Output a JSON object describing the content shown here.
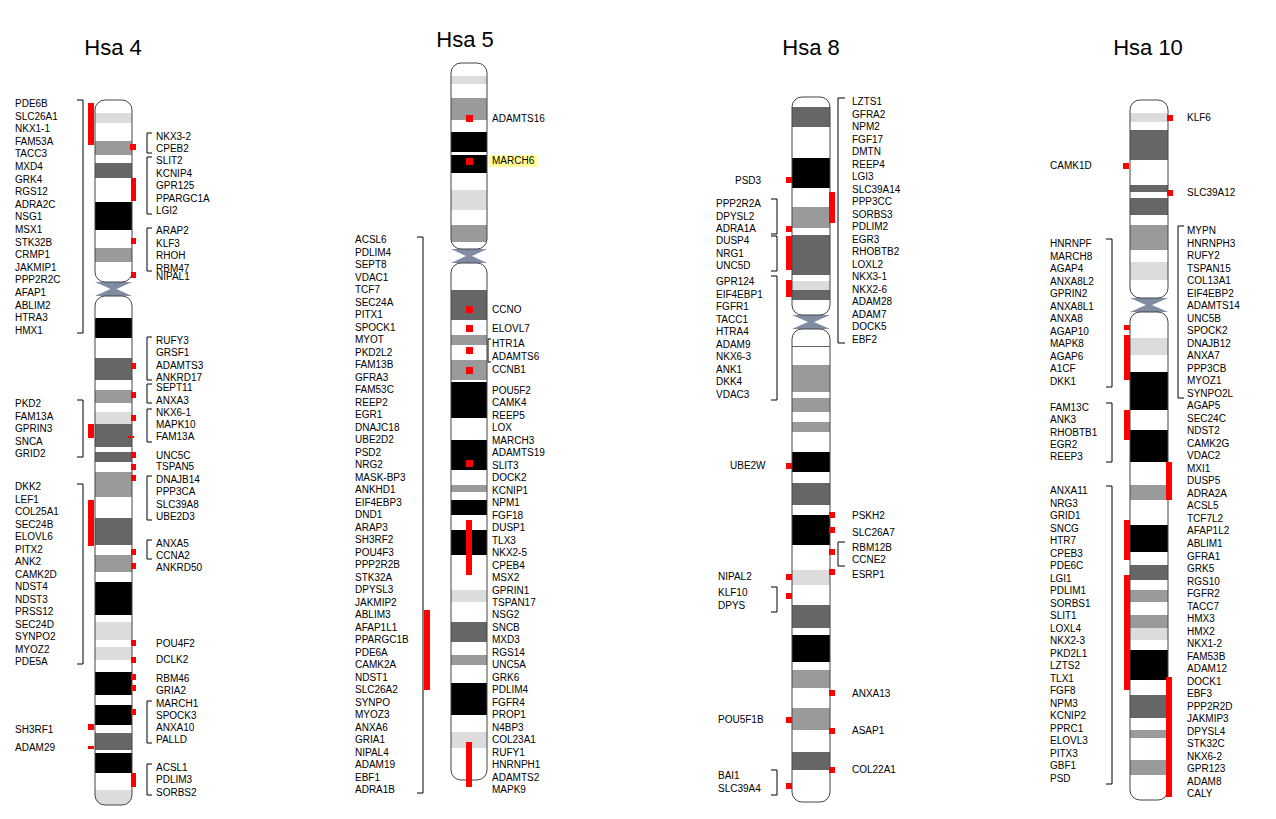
{
  "diagram": {
    "nodes": [
      {
        "text": [
          "Hsa 4"
        ]
      },
      {
        "text": [
          "Hsa 5"
        ]
      },
      {
        "text": [
          "Hsa 8"
        ]
      },
      {
        "text": [
          "Hsa 10"
        ]
      }
    ],
    "labels": [
      "PDE6B",
      "SLC26A1",
      "NKX1-1",
      "FAM53A",
      "TACC3",
      "MXD4",
      "GRK4",
      "RGS12",
      "ADRA2C",
      "NSG1",
      "MSX1",
      "STK32B",
      "CRMP1",
      "JAKMIP1",
      "PPP2R2C",
      "AFAP1",
      "ABLIM2",
      "HTRA3",
      "HMX1",
      "NKX3-2",
      "CPEB2",
      "SLIT2",
      "KCNIP4",
      "GPR125",
      "PPARGC1A",
      "LGI2",
      "ARAP2",
      "KLF3",
      "RHOH",
      "RBM47",
      "NIPAL1",
      "RUFY3",
      "GRSF1",
      "ADAMTS3",
      "ANKRD17",
      "SEPT11",
      "ANXA3",
      "NKX6-1",
      "MAPK10",
      "FAM13A",
      "PKD2",
      "FAM13A",
      "GPRIN3",
      "SNCA",
      "GRID2",
      "UNC5C",
      "TSPAN5",
      "DNAJB14",
      "PPP3CA",
      "SLC39A8",
      "UBE2D3",
      "DKK2",
      "LEF1",
      "COL25A1",
      "SEC24B",
      "ELOVL6",
      "PITX2",
      "ANK2",
      "CAMK2D",
      "NDST4",
      "NDST3",
      "PRSS12",
      "SEC24D",
      "SYNPO2",
      "MYOZ2",
      "PDE5A",
      "ANXA5",
      "CCNA2",
      "ANKRD50",
      "POU4F2",
      "DCLK2",
      "RBM46",
      "GRIA2",
      "MARCH1",
      "SPOCK3",
      "ANXA10",
      "PALLD",
      "SH3RF1",
      "ADAM29",
      "ACSL1",
      "PDLIM3",
      "SORBS2",
      "ADAMTS16",
      "MARCH6",
      "CCNO",
      "ELOVL7",
      "HTR1A",
      "ADAMTS6",
      "CCNB1",
      "POU5F2",
      "CAMK4",
      "REEP5",
      "LOX",
      "MARCH3",
      "ADAMTS19",
      "SLIT3",
      "DOCK2",
      "KCNIP1",
      "NPM1",
      "FGF18",
      "DUSP1",
      "TLX3",
      "NKX2-5",
      "CPEB4",
      "MSX2",
      "GPRIN1",
      "TSPAN17",
      "NSG2",
      "SNCB",
      "MXD3",
      "RGS14",
      "UNC5A",
      "GRK6",
      "PDLIM4",
      "FGFR4",
      "PROP1",
      "N4BP3",
      "COL23A1",
      "RUFY1",
      "HNRNPH1",
      "ADAMTS2",
      "MAPK9",
      "ACSL6",
      "PDLIM4",
      "SEPT8",
      "VDAC1",
      "TCF7",
      "SEC24A",
      "PITX1",
      "SPOCK1",
      "MYOT",
      "PKD2L2",
      "FAM13B",
      "GFRA3",
      "FAM53C",
      "REEP2",
      "EGR1",
      "DNAJC18",
      "UBE2D2",
      "PSD2",
      "NRG2",
      "MASK-BP3",
      "ANKHD1",
      "EIF4EBP3",
      "DND1",
      "ARAP3",
      "SH3RF2",
      "POU4F3",
      "PPP2R2B",
      "STK32A",
      "DPYSL3",
      "JAKMIP2",
      "ABLIM3",
      "AFAP1L1",
      "PPARGC1B",
      "PDE6A",
      "CAMK2A",
      "NDST1",
      "SLC26A2",
      "SYNPO",
      "MYOZ3",
      "ANXA6",
      "GRIA1",
      "NIPAL4",
      "ADAM19",
      "EBF1",
      "ADRA1B",
      "LZTS1",
      "GFRA2",
      "NPM2",
      "FGF17",
      "DMTN",
      "REEP4",
      "LGI3",
      "SLC39A14",
      "PPP3CC",
      "SORBS3",
      "PDLIM2",
      "EGR3",
      "RHOBTB2",
      "LOXL2",
      "NKX3-1",
      "NKX2-6",
      "ADAM28",
      "ADAM7",
      "DOCK5",
      "EBF2",
      "PSD3",
      "PPP2R2A",
      "DPYSL2",
      "ADRA1A",
      "DUSP4",
      "NRG1",
      "UNC5D",
      "GPR124",
      "EIF4EBP1",
      "FGFR1",
      "TACC1",
      "HTRA4",
      "ADAM9",
      "NKX6-3",
      "ANK1",
      "DKK4",
      "VDAC3",
      "UBE2W",
      "PSKH2",
      "SLC26A7",
      "RBM12B",
      "CCNE2",
      "ESRP1",
      "NIPAL2",
      "KLF10",
      "DPYS",
      "ANXA13",
      "ASAP1",
      "COL22A1",
      "POU5F1B",
      "BAI1",
      "SLC39A4",
      "KLF6",
      "CAMK1D",
      "SLC39A12",
      "MYPN",
      "HNRNPH3",
      "RUFY2",
      "TSPAN15",
      "COL13A1",
      "EIF4EBP2",
      "ADAMTS14",
      "UNC5B",
      "SPOCK2",
      "DNAJB12",
      "ANXA7",
      "PPP3CB",
      "MYOZ1",
      "SYNPO2L",
      "AGAP5",
      "SEC24C",
      "NDST2",
      "CAMK2G",
      "VDAC2",
      "MXI1",
      "DUSP5",
      "ADRA2A",
      "ACSL5",
      "TCF7L2",
      "AFAP1L2",
      "ABLIM1",
      "GFRA1",
      "GRK5",
      "RGS10",
      "FGFR2",
      "TACC7",
      "HMX3",
      "HMX2",
      "NKX1-2",
      "FAM53B",
      "ADAM12",
      "DOCK1",
      "EBF3",
      "PPP2R2D",
      "JAKMIP3",
      "DPYSL4",
      "STK32C",
      "NKX6-2",
      "GPR123",
      "ADAM8",
      "CALY",
      "HNRNPF",
      "MARCH8",
      "AGAP4",
      "ANXA8L2",
      "GPRIN2",
      "ANXA8L1",
      "ANXA8",
      "AGAP10",
      "MAPK8",
      "AGAP6",
      "A1CF",
      "DKK1",
      "FAM13C",
      "ANK3",
      "RHOBTB1",
      "EGR2",
      "REEP3",
      "ANXA11",
      "NRG3",
      "GRID1",
      "SNCG",
      "HTR7",
      "CPEB3",
      "PDE6C",
      "LGI1",
      "PDLIM1",
      "SORBS1",
      "SLIT1",
      "LOXL4",
      "NKX2-3",
      "PKD2L1",
      "LZTS2",
      "TLX1",
      "FGF8",
      "NPM3",
      "KCNIP2",
      "PPRC1",
      "ELOVL3",
      "PITX3",
      "GBF1",
      "PSD"
    ]
  }
}
